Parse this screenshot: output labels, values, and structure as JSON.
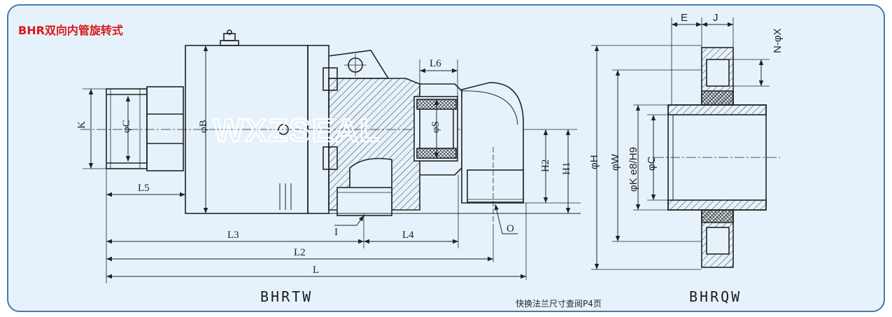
{
  "title": "BHR双向内管旋转式",
  "watermark": "WXZSEAL",
  "left_view": {
    "model": "BHRTW",
    "labels": {
      "K": "K",
      "C": "φC",
      "B": "φB",
      "S": "φS",
      "L6": "L6",
      "L5": "L5",
      "L3": "L3",
      "L4": "L4",
      "L2": "L2",
      "L": "L",
      "I": "I",
      "O": "O",
      "H1": "H1",
      "H2": "H2"
    }
  },
  "right_view": {
    "model": "BHRQW",
    "labels": {
      "E": "E",
      "J": "J",
      "NX": "N-φX",
      "H": "φH",
      "W": "φW",
      "K": "φK e8/H9",
      "C": "φC"
    }
  },
  "note": "快换法兰尺寸查阅P4页"
}
